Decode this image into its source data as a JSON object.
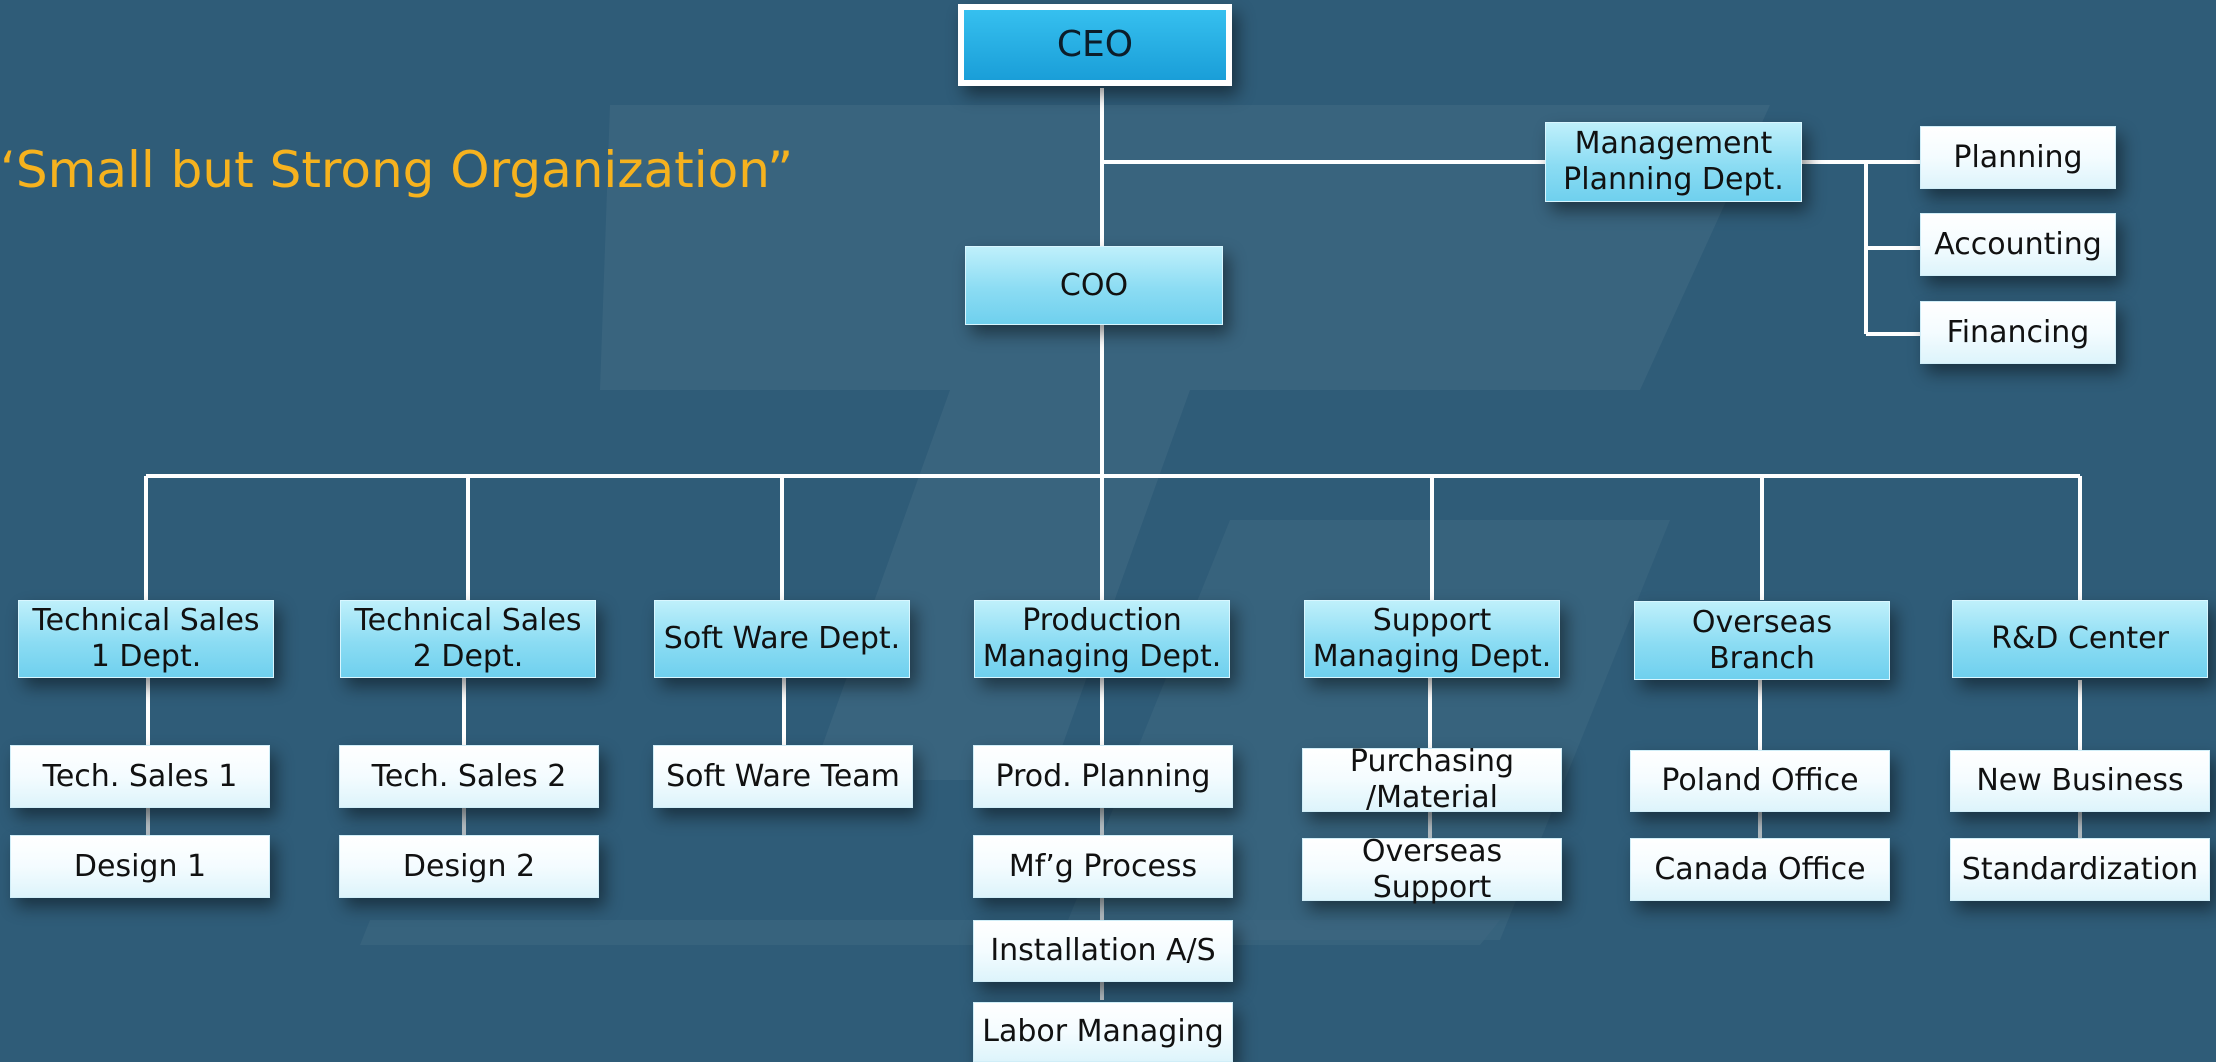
{
  "slogan": "‘Small but Strong Organization”",
  "colors": {
    "background": "#2f5c78",
    "slogan": "#f6b21e",
    "connector": "#ffffff",
    "ceo": "#1a9ed8",
    "dept": "#8bdcf3",
    "sub_unit": "#ffffff"
  },
  "ceo": "CEO",
  "coo": "COO",
  "management_planning": {
    "label": "Management\nPlanning Dept.",
    "units": [
      "Planning",
      "Accounting",
      "Financing"
    ]
  },
  "departments": [
    {
      "label": "Technical Sales\n1 Dept.",
      "units": [
        "Tech. Sales 1",
        "Design 1"
      ]
    },
    {
      "label": "Technical Sales\n2 Dept.",
      "units": [
        "Tech. Sales 2",
        "Design 2"
      ]
    },
    {
      "label": "Soft Ware Dept.",
      "units": [
        "Soft Ware Team"
      ]
    },
    {
      "label": "Production\nManaging Dept.",
      "units": [
        "Prod. Planning",
        "Mf’g Process",
        "Installation A/S",
        "Labor Managing"
      ]
    },
    {
      "label": "Support\nManaging Dept.",
      "units": [
        "Purchasing\n/Material",
        "Overseas Support"
      ]
    },
    {
      "label": "Overseas Branch",
      "units": [
        "Poland Office",
        "Canada Office"
      ]
    },
    {
      "label": "R&D Center",
      "units": [
        "New Business",
        "Standardization"
      ]
    }
  ]
}
